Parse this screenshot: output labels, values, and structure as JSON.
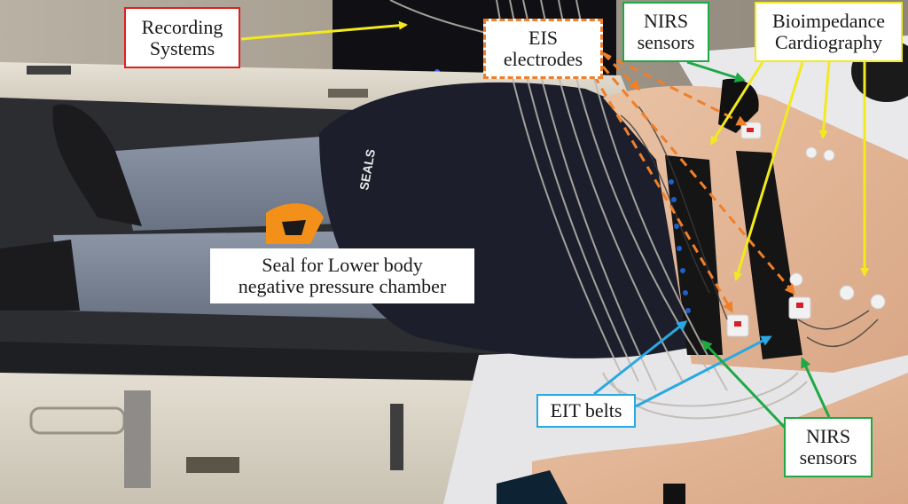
{
  "figure": {
    "description": "Photograph of a subject lying supine on a lower body negative pressure table with instrumentation annotated",
    "labels": {
      "recording_systems": {
        "lines": [
          "Recording",
          "Systems"
        ],
        "border_color": "#e0201c"
      },
      "eis_electrodes": {
        "lines": [
          "EIS",
          "electrodes"
        ],
        "border_color": "#f07f2a",
        "border_style": "dashed"
      },
      "nirs_sensors_top": {
        "lines": [
          "NIRS",
          "sensors"
        ],
        "border_color": "#1fa845"
      },
      "bioimpedance_cardiography": {
        "lines": [
          "Bioimpedance",
          "Cardiography"
        ],
        "border_color": "#f2ea1c"
      },
      "seal": {
        "lines": [
          "Seal for Lower body",
          "negative pressure chamber"
        ],
        "border_color": "none"
      },
      "eit_belts": {
        "lines": [
          "EIT belts"
        ],
        "border_color": "#29a9e1"
      },
      "nirs_sensors_bottom": {
        "lines": [
          "NIRS",
          "sensors"
        ],
        "border_color": "#1fa845"
      }
    },
    "garment_logo": "SEALS",
    "arrow_colors": {
      "recording": "#f2ea1c",
      "eis": "#f07f2a",
      "nirs": "#1fa845",
      "bio": "#f2ea1c",
      "eit": "#29a9e1"
    }
  }
}
